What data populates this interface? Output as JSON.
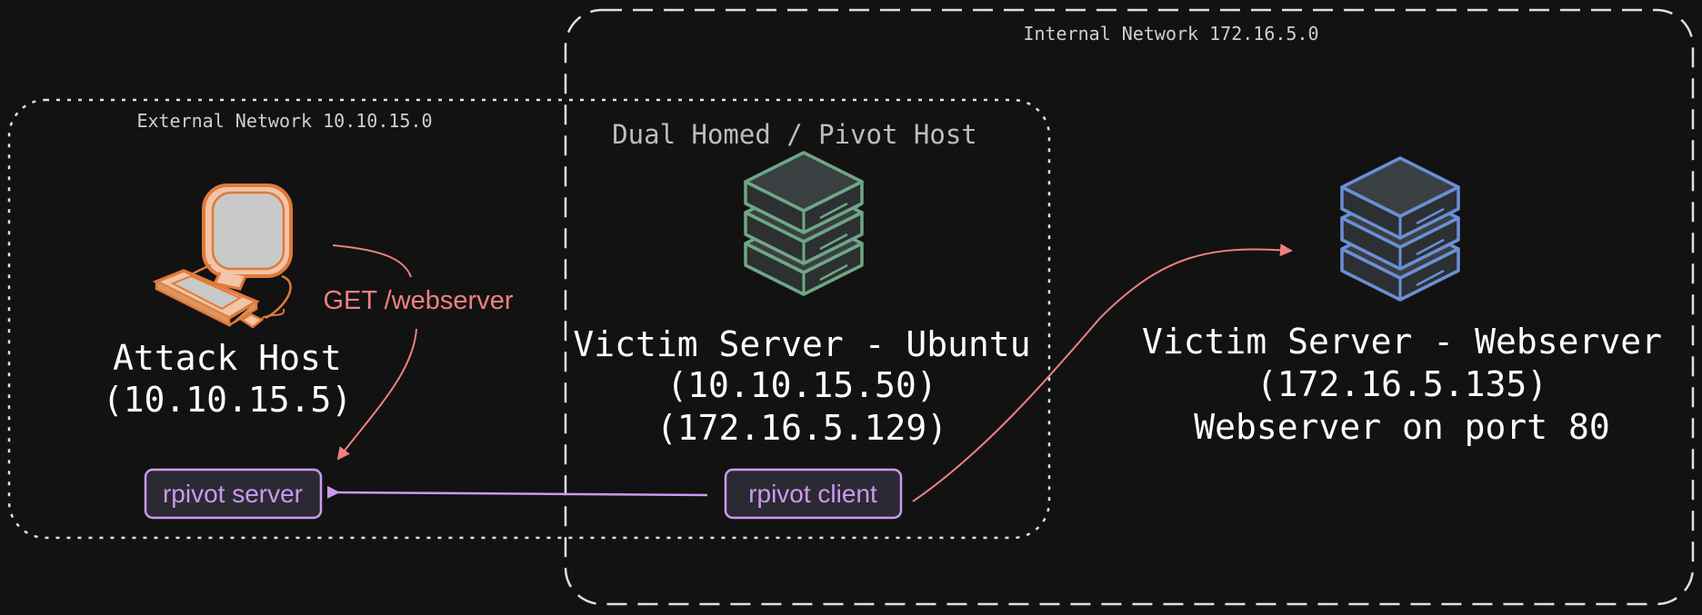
{
  "networks": {
    "external": {
      "label": "External Network 10.10.15.0"
    },
    "internal": {
      "label": "Internal Network 172.16.5.0"
    },
    "pivot_zone": {
      "label": "Dual Homed / Pivot Host"
    }
  },
  "hosts": {
    "attack": {
      "name": "Attack Host",
      "ip": "(10.10.15.5)"
    },
    "pivot": {
      "name": "Victim Server - Ubuntu",
      "ip_external": "(10.10.15.50)",
      "ip_internal": "(172.16.5.129)"
    },
    "webserver": {
      "name": "Victim Server - Webserver",
      "ip": "(172.16.5.135)",
      "note": "Webserver on port 80"
    }
  },
  "tools": {
    "server": {
      "label": "rpivot server"
    },
    "client": {
      "label": "rpivot client"
    }
  },
  "arrows": {
    "request": {
      "label": "GET /webserver"
    }
  },
  "colors": {
    "background": "#121212",
    "boundary": "#e0e0e0",
    "text": "#ffffff",
    "muted_text": "#cfcfcf",
    "attack_accent": "#e07a3a",
    "pivot_accent": "#6fa784",
    "web_accent": "#6b8fd6",
    "request_arrow": "#f08080",
    "tunnel": "#cc99ee",
    "tool_fill": "#2b2a33"
  },
  "icons": {
    "attack": "computer-workstation-icon",
    "pivot": "server-stack-icon",
    "webserver": "server-stack-icon"
  }
}
